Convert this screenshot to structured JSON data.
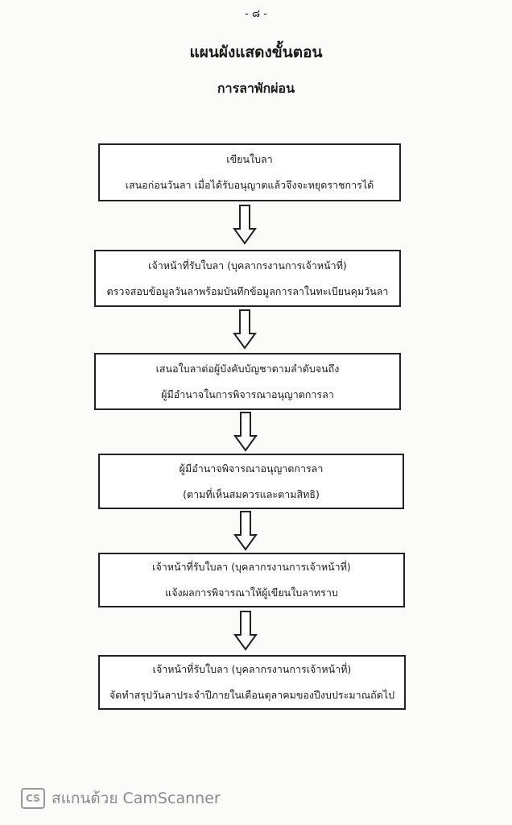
{
  "page_number": "- ๘ -",
  "title": "แผนผังแสดงขั้นตอน",
  "subtitle": "การลาพักผ่อน",
  "steps": [
    {
      "line1": "เขียนใบลา",
      "line2": "เสนอก่อนวันลา เมื่อได้รับอนุญาตแล้วจึงจะหยุดราชการได้"
    },
    {
      "line1": "เจ้าหน้าที่รับใบลา (บุคลากรงานการเจ้าหน้าที่)",
      "line2": "ตรวจสอบข้อมูลวันลาพร้อมบันทึกข้อมูลการลาในทะเบียนคุมวันลา"
    },
    {
      "line1": "เสนอใบลาต่อผู้บังคับบัญชาตามลำดับจนถึง",
      "line2": "ผู้มีอำนาจในการพิจารณาอนุญาตการลา"
    },
    {
      "line1": "ผู้มีอำนาจพิจารณาอนุญาตการลา",
      "line2": "(ตามที่เห็นสมควรและตามสิทธิ)"
    },
    {
      "line1": "เจ้าหน้าที่รับใบลา (บุคลากรงานการเจ้าหน้าที่)",
      "line2": "แจ้งผลการพิจารณาให้ผู้เขียนใบลาทราบ"
    },
    {
      "line1": "เจ้าหน้าที่รับใบลา (บุคลากรงานการเจ้าหน้าที่)",
      "line2": "จัดทำสรุปวันลาประจำปีภายในเดือนตุลาคมของปีงบประมาณถัดไป"
    }
  ],
  "footer": {
    "logo": "CS",
    "text": "สแกนด้วย CamScanner"
  }
}
